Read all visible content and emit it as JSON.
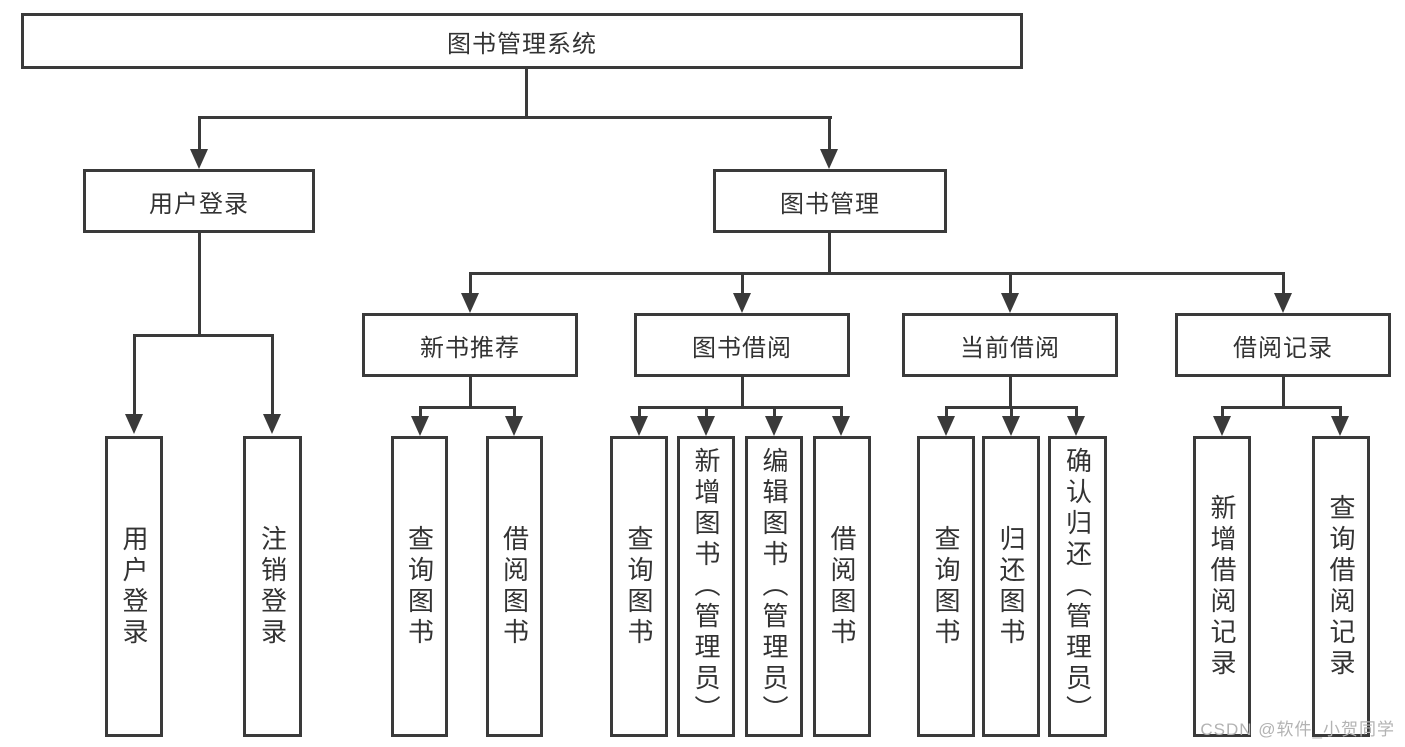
{
  "chart": {
    "root": "图书管理系统",
    "branches": [
      {
        "label": "用户登录",
        "children": [
          "用户登录",
          "注销登录"
        ]
      },
      {
        "label": "图书管理",
        "groups": [
          {
            "label": "新书推荐",
            "children": [
              "查询图书",
              "借阅图书"
            ]
          },
          {
            "label": "图书借阅",
            "children": [
              "查询图书",
              "新增图书（管理员）",
              "编辑图书（管理员）",
              "借阅图书"
            ]
          },
          {
            "label": "当前借阅",
            "children": [
              "查询图书",
              "归还图书",
              "确认归还（管理员）"
            ]
          },
          {
            "label": "借阅记录",
            "children": [
              "新增借阅记录",
              "查询借阅记录"
            ]
          }
        ]
      }
    ]
  },
  "watermark": "CSDN @软件_小贺同学",
  "colors": {
    "line": "#3a3a3a",
    "text": "#333333",
    "watermark": "#b3b3b3",
    "background": "#ffffff"
  }
}
